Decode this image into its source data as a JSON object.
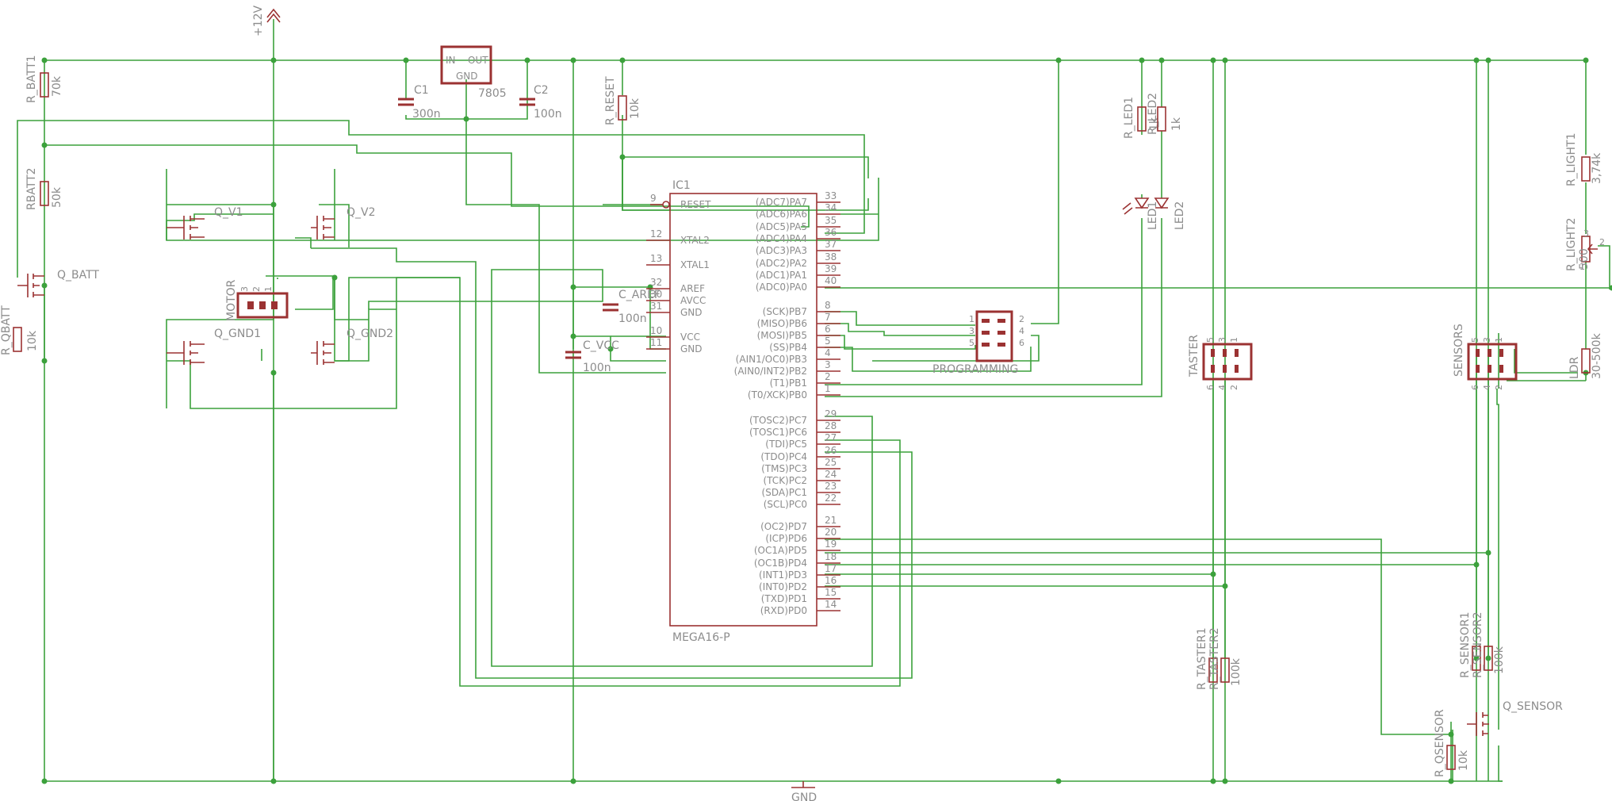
{
  "schematic": {
    "power_label": "+12V",
    "ground_label": "GND",
    "regulator": {
      "in": "IN",
      "out": "OUT",
      "gnd": "GND",
      "value": "7805"
    },
    "caps": {
      "c1": {
        "name": "C1",
        "value": "300n"
      },
      "c2": {
        "name": "C2",
        "value": "100n"
      },
      "c_aref": {
        "name": "C_AREF",
        "value": "100n"
      },
      "c_vcc": {
        "name": "C_VCC",
        "value": "100n"
      }
    },
    "resistors": {
      "r_batt1": {
        "name": "R_BATT1",
        "value": "70k"
      },
      "rbatt2": {
        "name": "RBATT2",
        "value": "50k"
      },
      "r_qbatt": {
        "name": "R_QBATT",
        "value": "10k"
      },
      "r_reset": {
        "name": "R_RESET",
        "value": "10k"
      },
      "r_led1": {
        "name": "R_LED1",
        "value": "1k"
      },
      "r_led2": {
        "name": "R_LED2",
        "value": "1k"
      },
      "r_light1": {
        "name": "R_LIGHT1",
        "value": "3,74k"
      },
      "r_light2": {
        "name": "R_LIGHT2",
        "value": "500"
      },
      "ldr": {
        "name": "LDR",
        "value": "30-500k"
      },
      "r_taster1": {
        "name": "R_TASTER1",
        "value": "100k"
      },
      "r_taster2": {
        "name": "R_TASTER2",
        "value": "100k"
      },
      "r_sensor1": {
        "name": "R_SENSOR1",
        "value": "100k"
      },
      "r_sensor2": {
        "name": "R_SENSOR2",
        "value": "100k"
      },
      "r_qsensor": {
        "name": "R_QSENSOR",
        "value": "10k"
      }
    },
    "transistors": {
      "q_batt": "Q_BATT",
      "q_v1": "Q_V1",
      "q_v2": "Q_V2",
      "q_gnd1": "Q_GND1",
      "q_gnd2": "Q_GND2",
      "q_sensor": "Q_SENSOR"
    },
    "leds": {
      "led1": "LED1",
      "led2": "LED2"
    },
    "connectors": {
      "motor": {
        "name": "MOTOR",
        "pins": [
          "3",
          "2",
          "1"
        ]
      },
      "programming": {
        "name": "PROGRAMMING",
        "pins": [
          "1",
          "2",
          "3",
          "4",
          "5",
          "6"
        ]
      },
      "taster": {
        "name": "TASTER",
        "pins_top": [
          "5",
          "3",
          "1"
        ],
        "pins_bottom": [
          "6",
          "4",
          "2"
        ]
      },
      "sensors": {
        "name": "SENSORS",
        "pins_top": [
          "5",
          "3",
          "1"
        ],
        "pins_bottom": [
          "6",
          "4",
          "2"
        ]
      },
      "r_light2_pins": [
        "3",
        "2",
        "1"
      ]
    },
    "mcu": {
      "ref": "IC1",
      "part": "MEGA16-P",
      "left_pins": [
        {
          "name": "RESET",
          "num": "9"
        },
        {
          "name": "XTAL2",
          "num": "12"
        },
        {
          "name": "XTAL1",
          "num": "13"
        },
        {
          "name": "AREF",
          "num": "32"
        },
        {
          "name": "AVCC",
          "num": "30"
        },
        {
          "name": "GND",
          "num": "31"
        },
        {
          "name": "VCC",
          "num": "10"
        },
        {
          "name": "GND",
          "num": "11"
        }
      ],
      "right_pins": [
        {
          "name": "(ADC7)PA7",
          "num": "33"
        },
        {
          "name": "(ADC6)PA6",
          "num": "34"
        },
        {
          "name": "(ADC5)PA5",
          "num": "35"
        },
        {
          "name": "(ADC4)PA4",
          "num": "36"
        },
        {
          "name": "(ADC3)PA3",
          "num": "37"
        },
        {
          "name": "(ADC2)PA2",
          "num": "38"
        },
        {
          "name": "(ADC1)PA1",
          "num": "39"
        },
        {
          "name": "(ADC0)PA0",
          "num": "40"
        },
        {
          "name": "(SCK)PB7",
          "num": "8"
        },
        {
          "name": "(MISO)PB6",
          "num": "7"
        },
        {
          "name": "(MOSI)PB5",
          "num": "6"
        },
        {
          "name": "(SS)PB4",
          "num": "5"
        },
        {
          "name": "(AIN1/OC0)PB3",
          "num": "4"
        },
        {
          "name": "(AIN0/INT2)PB2",
          "num": "3"
        },
        {
          "name": "(T1)PB1",
          "num": "2"
        },
        {
          "name": "(T0/XCK)PB0",
          "num": "1"
        },
        {
          "name": "(TOSC2)PC7",
          "num": "29"
        },
        {
          "name": "(TOSC1)PC6",
          "num": "28"
        },
        {
          "name": "(TDI)PC5",
          "num": "27"
        },
        {
          "name": "(TDO)PC4",
          "num": "26"
        },
        {
          "name": "(TMS)PC3",
          "num": "25"
        },
        {
          "name": "(TCK)PC2",
          "num": "24"
        },
        {
          "name": "(SDA)PC1",
          "num": "23"
        },
        {
          "name": "(SCL)PC0",
          "num": "22"
        },
        {
          "name": "(OC2)PD7",
          "num": "21"
        },
        {
          "name": "(ICP)PD6",
          "num": "20"
        },
        {
          "name": "(OC1A)PD5",
          "num": "19"
        },
        {
          "name": "(OC1B)PD4",
          "num": "18"
        },
        {
          "name": "(INT1)PD3",
          "num": "17"
        },
        {
          "name": "(INT0)PD2",
          "num": "16"
        },
        {
          "name": "(TXD)PD1",
          "num": "15"
        },
        {
          "name": "(RXD)PD0",
          "num": "14"
        }
      ]
    }
  }
}
